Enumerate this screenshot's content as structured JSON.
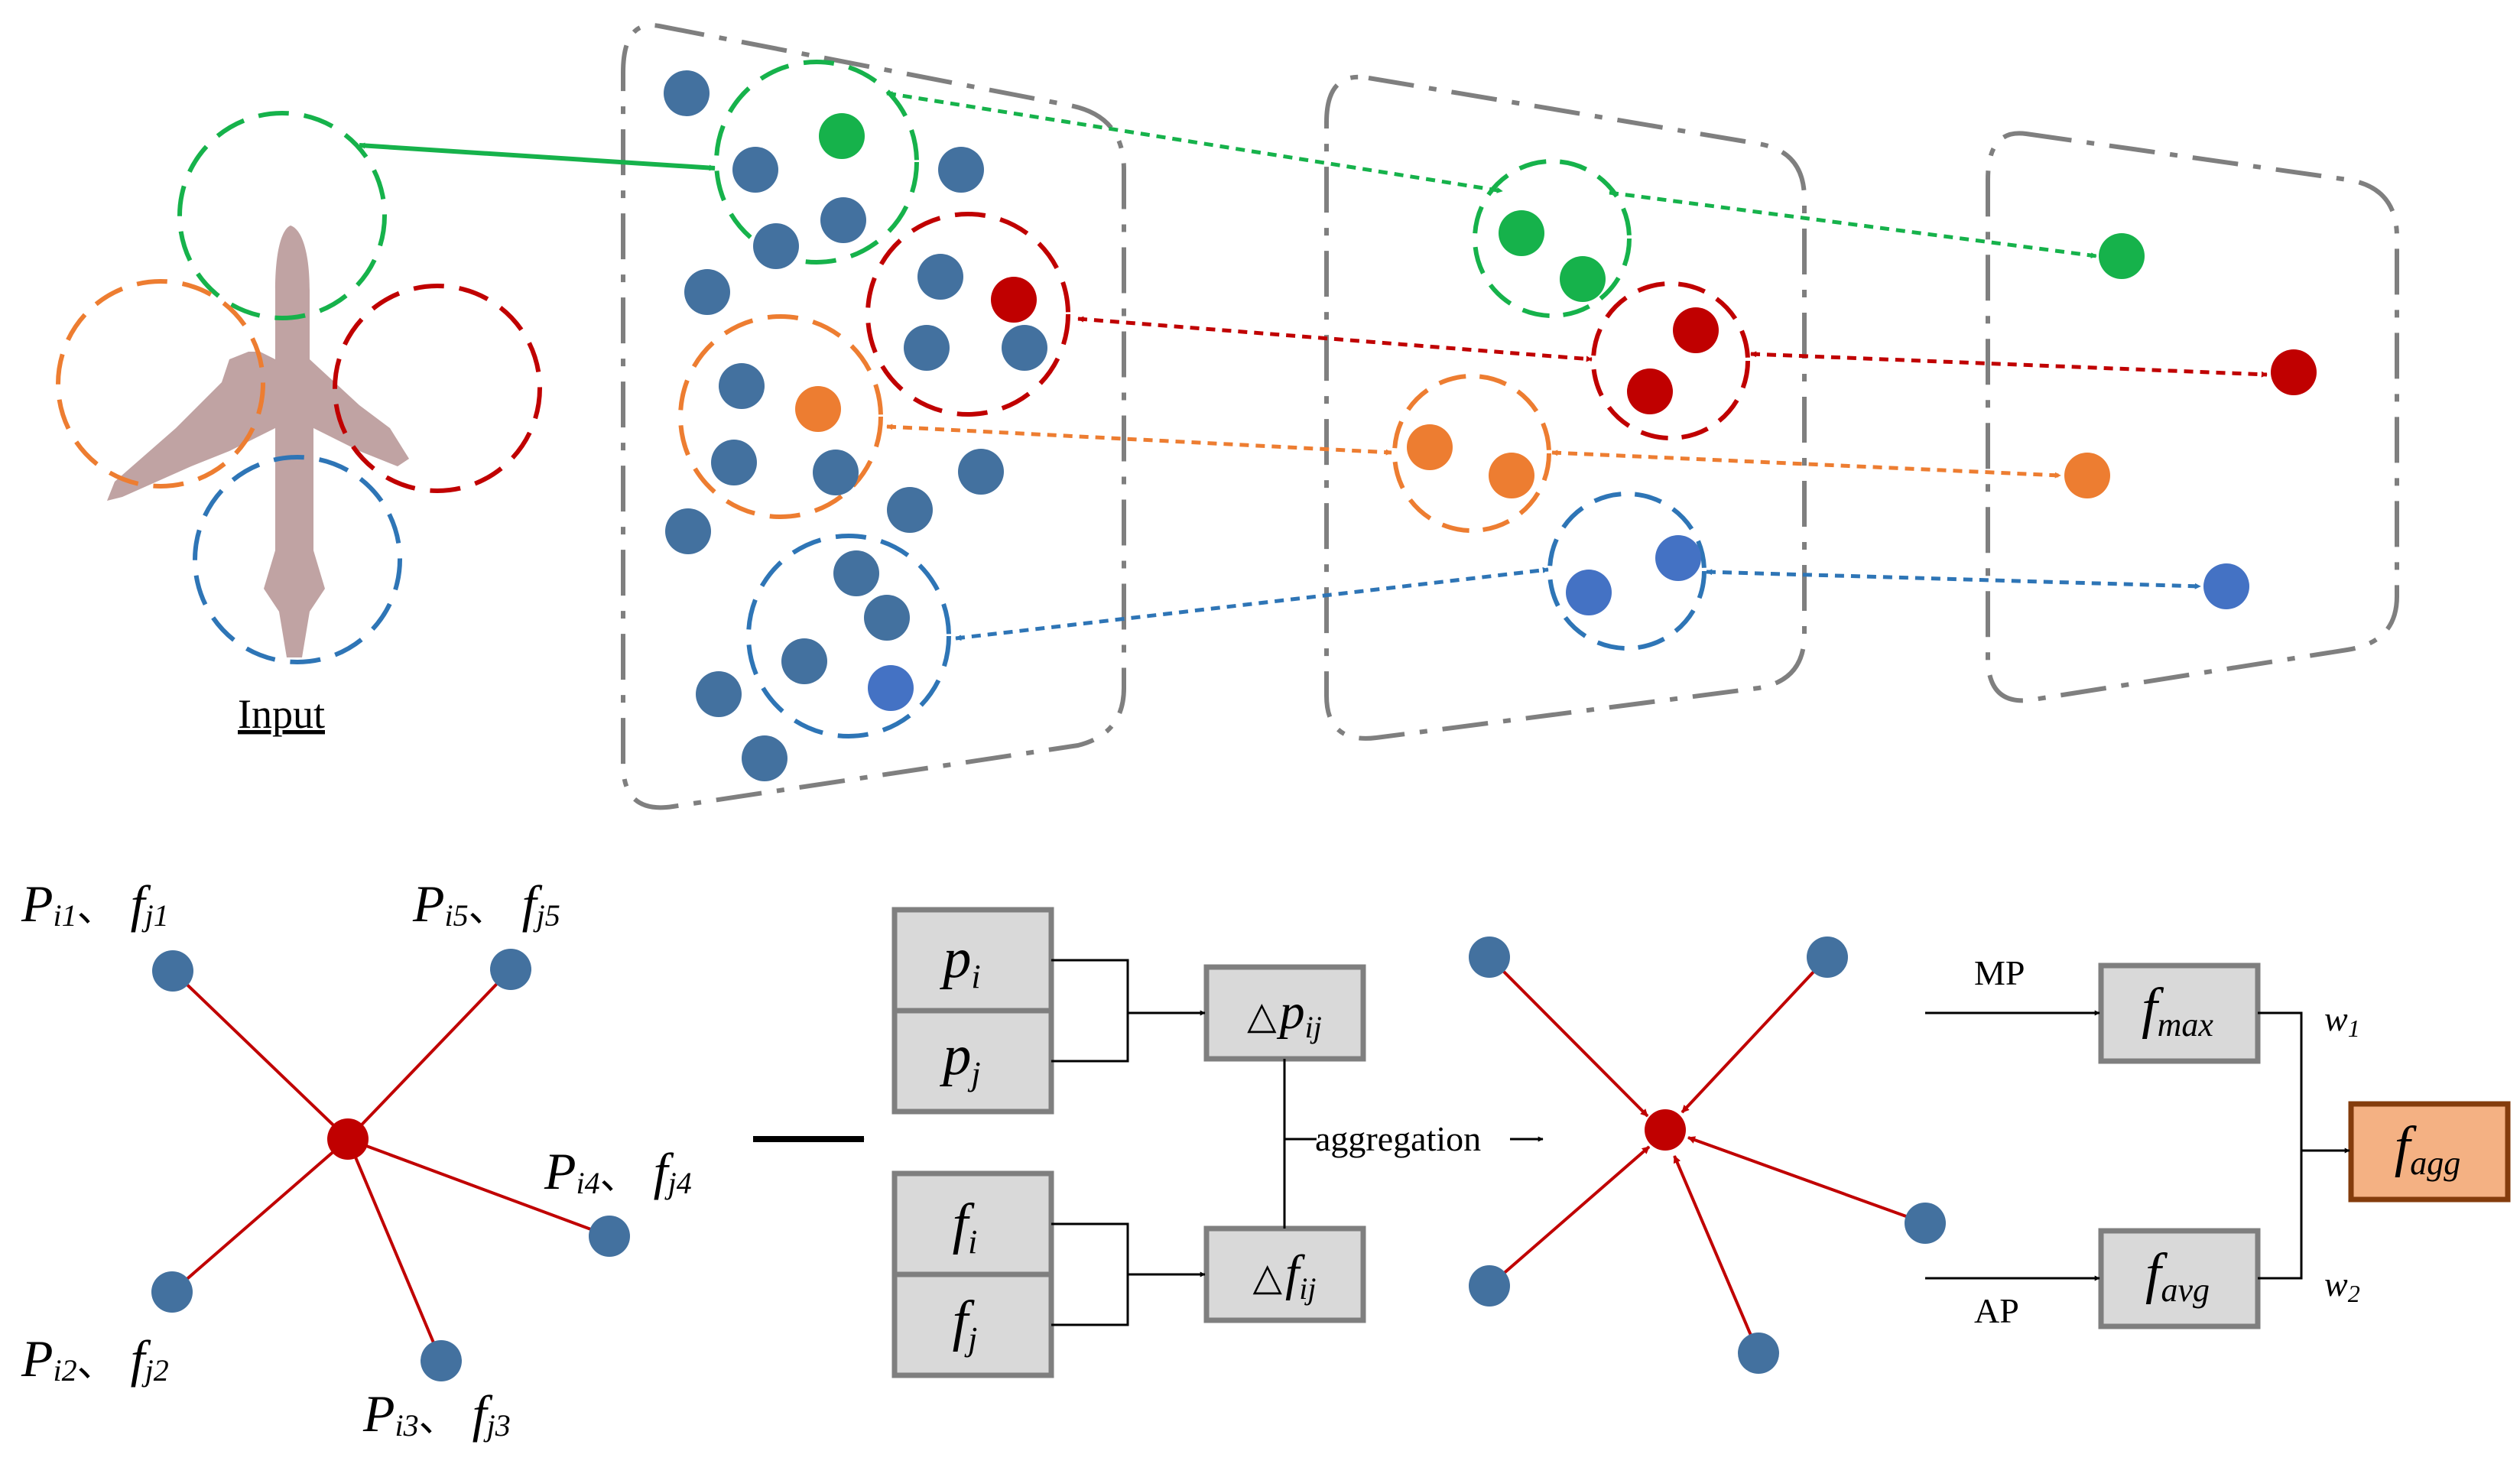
{
  "colors": {
    "blue": "#43719f",
    "blue_bright": "#4472c4",
    "green": "#16b24b",
    "red": "#c00000",
    "orange": "#ed7d31",
    "frame": "#7f7f7f",
    "box_fill": "#d9d9d9",
    "box_stroke": "#7f7f7f",
    "agg_fill": "#f4b183",
    "agg_stroke": "#843c0c"
  },
  "top": {
    "input_label": "Input"
  },
  "graph": {
    "labels": [
      {
        "P": "P",
        "Psub": "i1",
        "sep": "、",
        "f": "f",
        "fsub": "j1"
      },
      {
        "P": "P",
        "Psub": "i5",
        "sep": "、",
        "f": "f",
        "fsub": "j5"
      },
      {
        "P": "P",
        "Psub": "i4",
        "sep": "、",
        "f": "f",
        "fsub": "j4"
      },
      {
        "P": "P",
        "Psub": "i2",
        "sep": "、",
        "f": "f",
        "fsub": "j2"
      },
      {
        "P": "P",
        "Psub": "i3",
        "sep": "、",
        "f": "f",
        "fsub": "j3"
      }
    ]
  },
  "boxes": {
    "pi": {
      "main": "p",
      "sub": "i"
    },
    "pj": {
      "main": "p",
      "sub": "j"
    },
    "fi": {
      "main": "f",
      "sub": "i"
    },
    "fj": {
      "main": "f",
      "sub": "j"
    },
    "dp": {
      "delta": "△",
      "main": "p",
      "sub": "ij"
    },
    "df": {
      "delta": "△",
      "main": "f",
      "sub": "ij"
    },
    "aggregation": "aggregation",
    "fmax": {
      "main": "f",
      "sub": "max"
    },
    "favg": {
      "main": "f",
      "sub": "avg"
    },
    "fagg": {
      "main": "f",
      "sub": "agg"
    },
    "mp": "MP",
    "ap": "AP",
    "w1": {
      "main": "w",
      "sub": "1"
    },
    "w2": {
      "main": "w",
      "sub": "2"
    }
  }
}
